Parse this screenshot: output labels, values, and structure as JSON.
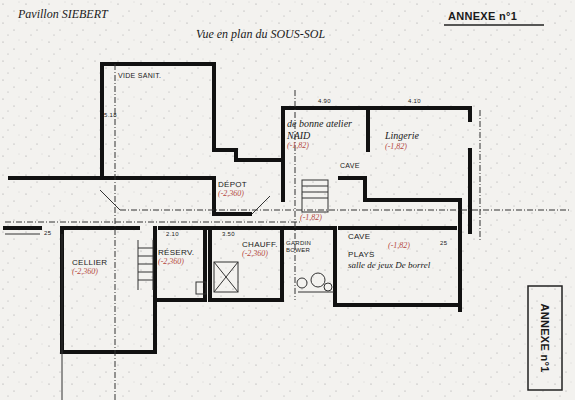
{
  "diagram": {
    "title": "Vue en plan du SOUS-SOL",
    "nodes": [
      {
        "text": [
          "VIDE SANIT."
        ]
      },
      {
        "text": [
          "de bonne atelier NAID",
          "(-1,82)"
        ]
      },
      {
        "text": [
          "Lingerie",
          "(-1,82)"
        ]
      },
      {
        "text": [
          "DÉPOT",
          "(-2,360)"
        ]
      },
      {
        "text": [
          "CAVE",
          "(-1,82)",
          "PLAYS",
          "salle de jeux De borrel"
        ]
      },
      {
        "text": [
          "CELLIER",
          "(-2,360)"
        ]
      },
      {
        "text": [
          "RÉSERV.",
          "(-2,360)"
        ]
      },
      {
        "text": [
          "CHAUFF.",
          "(-2,360)"
        ]
      },
      {
        "text": [
          "GARDIN",
          "BOWER"
        ]
      }
    ],
    "labels": [
      "Pavillon SIEBERT",
      "ANNEXE n°1",
      "5.18",
      "4.90",
      "4.10",
      "CAVE",
      "(-1,82)",
      "25",
      "2.10",
      "3.50",
      "25",
      "ANNEXE n°1"
    ]
  }
}
